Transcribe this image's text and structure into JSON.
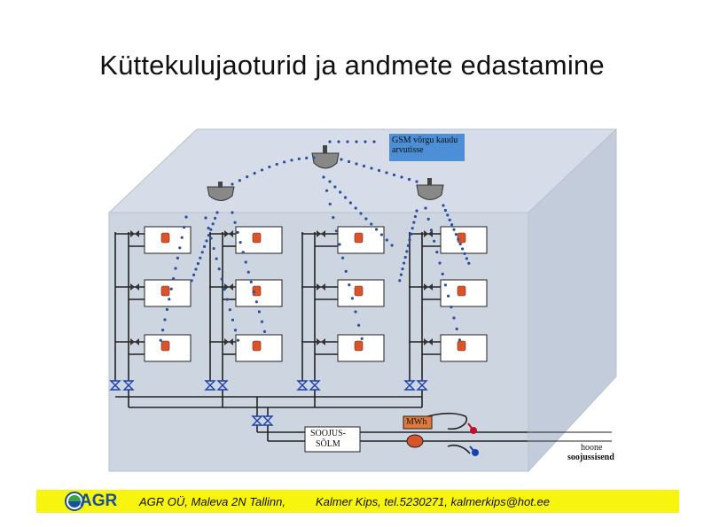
{
  "slide": {
    "title": "Küttekulujaoturid ja andmete edastamine"
  },
  "diagram": {
    "gsm_label": "GSM võrgu kaudu arvutisse",
    "node_label_line1": "SOOJUS-",
    "node_label_line2": "SÕLM",
    "meter_label": "MWh",
    "building_label_line1": "hoone",
    "building_label_line2": "soojussisend",
    "colors": {
      "wall": "#c9d2df",
      "pipe": "#222222",
      "allocator": "#d9542b",
      "signal_dots": "#2a4fa0",
      "hot_supply": "#c0102a",
      "cold_return": "#1a3fb0"
    }
  },
  "footer": {
    "logo_text": "AGR",
    "company": "AGR OÜ, Maleva 2N Tallinn,",
    "contact": "Kalmer Kips, tel.5230271, kalmerkips@hot.ee"
  }
}
